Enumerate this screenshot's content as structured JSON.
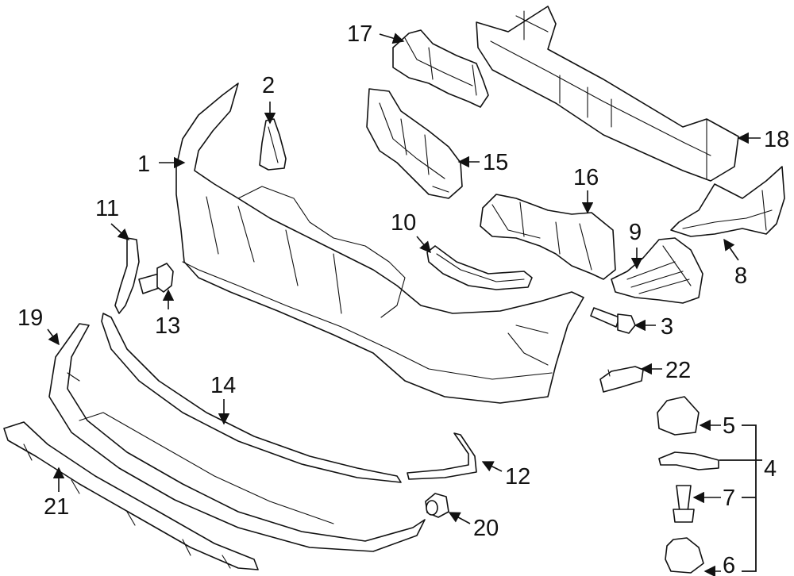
{
  "callouts": [
    {
      "id": "1",
      "label": "1"
    },
    {
      "id": "2",
      "label": "2"
    },
    {
      "id": "3",
      "label": "3"
    },
    {
      "id": "4",
      "label": "4"
    },
    {
      "id": "5",
      "label": "5"
    },
    {
      "id": "6",
      "label": "6"
    },
    {
      "id": "7",
      "label": "7"
    },
    {
      "id": "8",
      "label": "8"
    },
    {
      "id": "9",
      "label": "9"
    },
    {
      "id": "10",
      "label": "10"
    },
    {
      "id": "11",
      "label": "11"
    },
    {
      "id": "12",
      "label": "12"
    },
    {
      "id": "13",
      "label": "13"
    },
    {
      "id": "14",
      "label": "14"
    },
    {
      "id": "15",
      "label": "15"
    },
    {
      "id": "16",
      "label": "16"
    },
    {
      "id": "17",
      "label": "17"
    },
    {
      "id": "18",
      "label": "18"
    },
    {
      "id": "19",
      "label": "19"
    },
    {
      "id": "20",
      "label": "20"
    },
    {
      "id": "21",
      "label": "21"
    },
    {
      "id": "22",
      "label": "22"
    }
  ],
  "colors": {
    "line": "#111111",
    "background": "#ffffff"
  }
}
